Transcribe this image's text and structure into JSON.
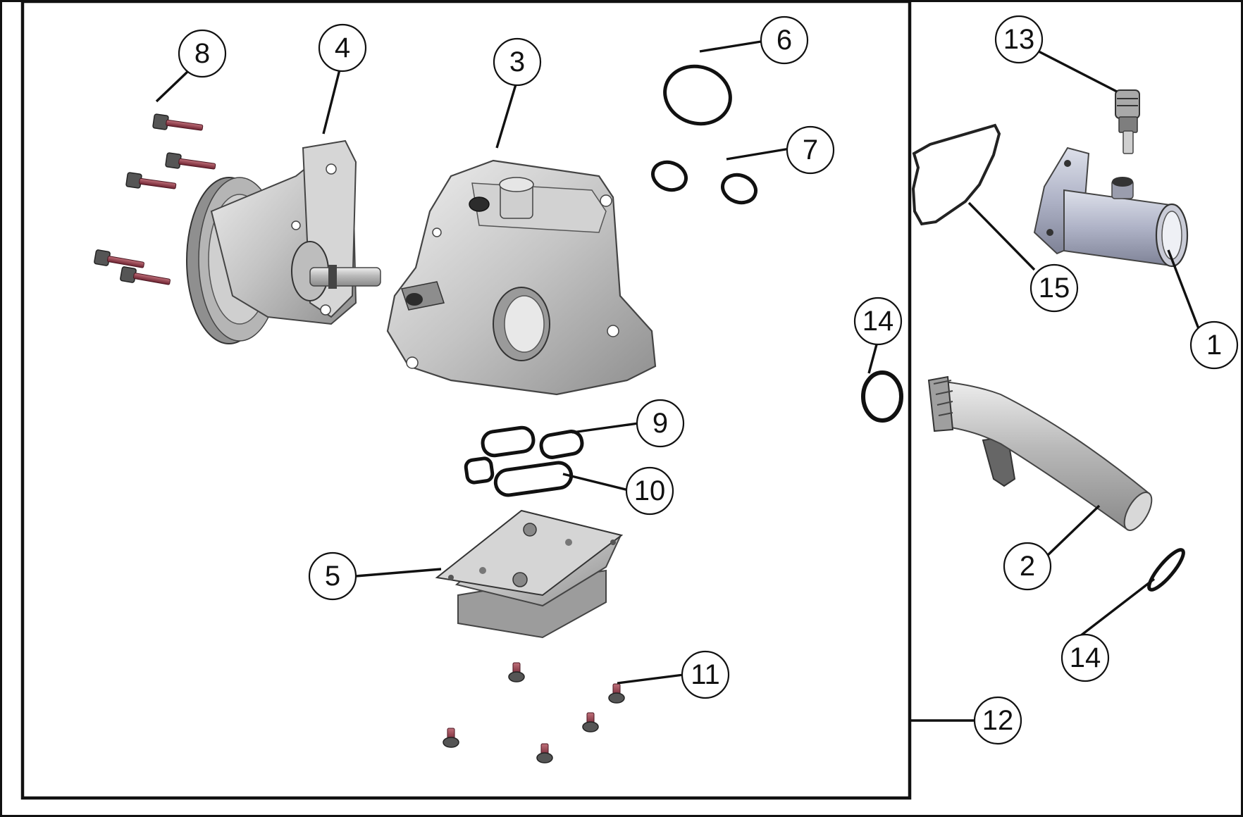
{
  "diagram": {
    "kind": "exploded-parts",
    "callouts": [
      {
        "id": "c1",
        "label": "1"
      },
      {
        "id": "c2",
        "label": "2"
      },
      {
        "id": "c3",
        "label": "3"
      },
      {
        "id": "c4",
        "label": "4"
      },
      {
        "id": "c5",
        "label": "5"
      },
      {
        "id": "c6",
        "label": "6"
      },
      {
        "id": "c7",
        "label": "7"
      },
      {
        "id": "c8",
        "label": "8"
      },
      {
        "id": "c9",
        "label": "9"
      },
      {
        "id": "c10",
        "label": "10"
      },
      {
        "id": "c11",
        "label": "11"
      },
      {
        "id": "c12",
        "label": "12"
      },
      {
        "id": "c13",
        "label": "13"
      },
      {
        "id": "c14a",
        "label": "14"
      },
      {
        "id": "c14b",
        "label": "14"
      },
      {
        "id": "c15",
        "label": "15"
      }
    ],
    "colors": {
      "metal_light": "#e2e2e2",
      "metal_mid": "#b8b8b8",
      "metal_dark": "#7d7d7d",
      "bolt": "#8a3440",
      "outline": "#111111"
    }
  }
}
